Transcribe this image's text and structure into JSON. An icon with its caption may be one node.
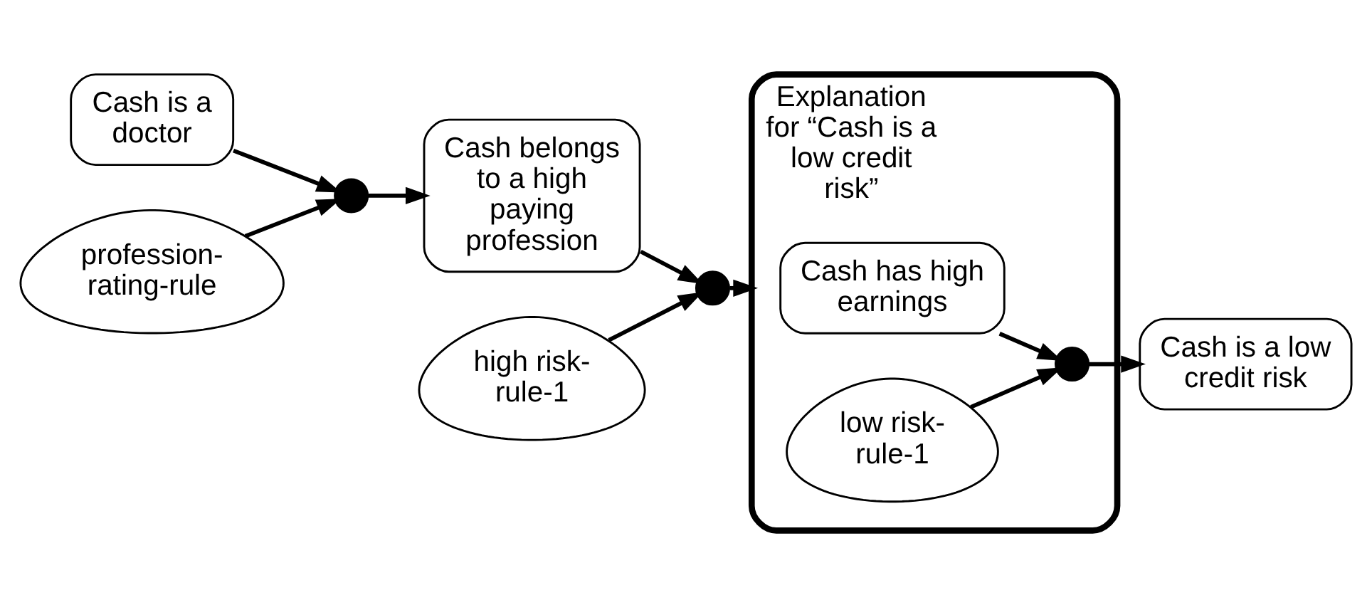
{
  "diagram": {
    "nodes": [
      {
        "text": [
          "Cash is a doctor"
        ]
      },
      {
        "text": [
          "profession-rating-rule"
        ]
      },
      {
        "text": [],
        "shape": "circle"
      },
      {
        "text": [
          "Cash belongs to a high paying profession"
        ]
      },
      {
        "text": [
          "high risk-rule-1"
        ]
      },
      {
        "text": [],
        "shape": "circle"
      },
      {
        "text": [
          "Explanation for “Cash is a low credit risk”"
        ]
      },
      {
        "text": [
          "Cash has high earnings"
        ],
        "in": 6
      },
      {
        "text": [
          "low risk-rule-1"
        ],
        "in": 6
      },
      {
        "text": [],
        "shape": "circle",
        "in": 6
      },
      {
        "text": [
          "Cash is a low credit risk"
        ]
      }
    ],
    "edges": [
      {
        "from": 0,
        "to": 2,
        "arrow": "to"
      },
      {
        "from": 1,
        "to": 2,
        "arrow": "to"
      },
      {
        "from": 2,
        "to": 3,
        "arrow": "to"
      },
      {
        "from": 3,
        "to": 5,
        "arrow": "to"
      },
      {
        "from": 4,
        "to": 5,
        "arrow": "to"
      },
      {
        "from": 5,
        "to": 6,
        "arrow": "to"
      },
      {
        "from": 7,
        "to": 9,
        "arrow": "to"
      },
      {
        "from": 8,
        "to": 9,
        "arrow": "to"
      },
      {
        "from": 9,
        "to": 10,
        "arrow": "to"
      }
    ]
  }
}
